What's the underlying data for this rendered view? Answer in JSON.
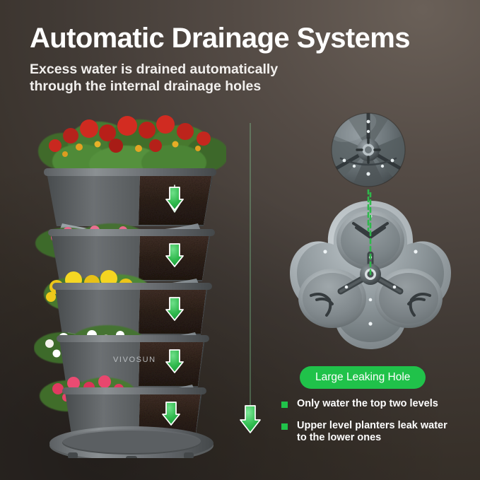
{
  "poster": {
    "background_color_light": "#6a6058",
    "background_color_dark": "#312b27",
    "accent_green": "#20c24a",
    "arrow_green": "#2fb84c"
  },
  "header": {
    "title": "Automatic Drainage Systems",
    "subtitle": "Excess water is drained automatically\nthrough the internal drainage holes"
  },
  "product": {
    "brand_label": "VIVOSUN",
    "tiers": [
      {
        "flower": "red chrysanthemums",
        "flower_color": "#c9221c",
        "has_arrow": false
      },
      {
        "flower": "pink alyssum",
        "flower_color": "#e0597f",
        "has_arrow": true
      },
      {
        "flower": "yellow chrysanthemums",
        "flower_color": "#f2d21c",
        "has_arrow": true
      },
      {
        "flower": "white alyssum",
        "flower_color": "#f4f2ec",
        "has_arrow": true
      },
      {
        "flower": "pink geraniums",
        "flower_color": "#e03a60",
        "has_arrow": true
      }
    ],
    "soil_color": "#3a2a20",
    "pot_color": "#5d6163"
  },
  "detail": {
    "top_label": "drainage-hole-closeup",
    "tray_label": "trefoil-planter-base",
    "guide_line_color": "#2fb84c"
  },
  "callout": {
    "badge": "Large Leaking Hole",
    "bullets": [
      "Only water the top two levels",
      "Upper level planters leak water to the lower ones"
    ]
  },
  "icons": {
    "down_arrow": "down-arrow-icon",
    "bullet_square": "bullet-square-icon"
  }
}
